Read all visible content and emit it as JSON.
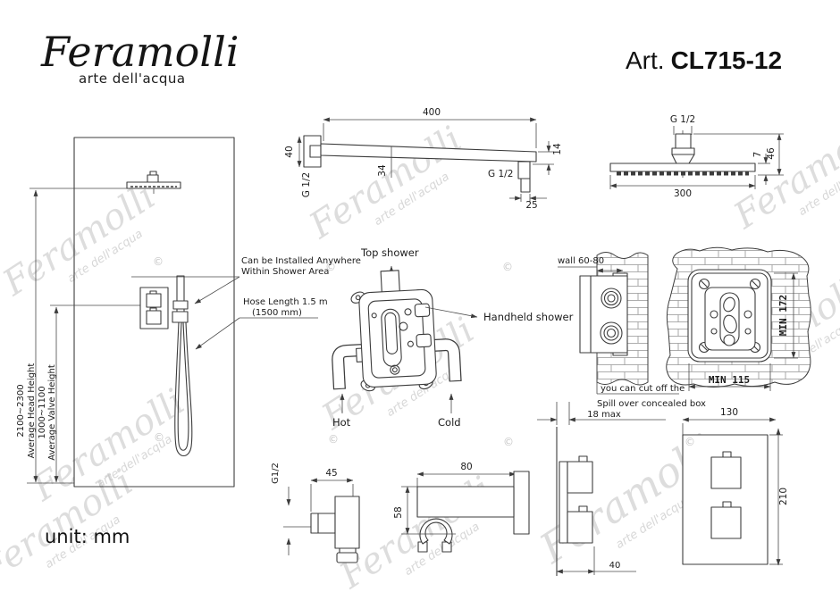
{
  "brand": {
    "logo": "Feramolli",
    "tagline": "arte dell'acqua"
  },
  "article": {
    "prefix": "Art.",
    "code": "CL715-12"
  },
  "unit_label": "unit: mm",
  "watermark": {
    "text": "Feramolli",
    "subtext": "arte dell'acqua",
    "copyright": "©"
  },
  "arm": {
    "length": "400",
    "flange": "40",
    "thread_wall": "G 1/2",
    "height": "34",
    "tip": "14",
    "thread_end": "G 1/2",
    "end_width": "25"
  },
  "head": {
    "thread": "G 1/2",
    "lip": "7",
    "depth": "46",
    "width": "300"
  },
  "elevation": {
    "head_range": "2100~2300",
    "head_label": "Average Head Height",
    "valve_range": "1000~1100",
    "valve_label": "Average Valve Height",
    "install_line1": "Can be Installed Anywhere",
    "install_line2": "Within Shower Area",
    "hose_line1": "Hose Length 1.5 m",
    "hose_line2": "(1500 mm)"
  },
  "valve_box": {
    "top": "Top shower",
    "handheld": "Handheld shower",
    "hot": "Hot",
    "cold": "Cold"
  },
  "wall_section": {
    "wall": "wall 60-80",
    "cut_line1": "you can cut off the",
    "cut_line2": "Spill over concealed box",
    "depth": "18 max",
    "min_height": "MIN 172",
    "min_width": "MIN 115"
  },
  "outlet": {
    "thread": "G1/2",
    "width": "45"
  },
  "holder": {
    "width": "80",
    "height": "58"
  },
  "trim": {
    "protrusion": "40",
    "width": "130",
    "height": "210"
  }
}
